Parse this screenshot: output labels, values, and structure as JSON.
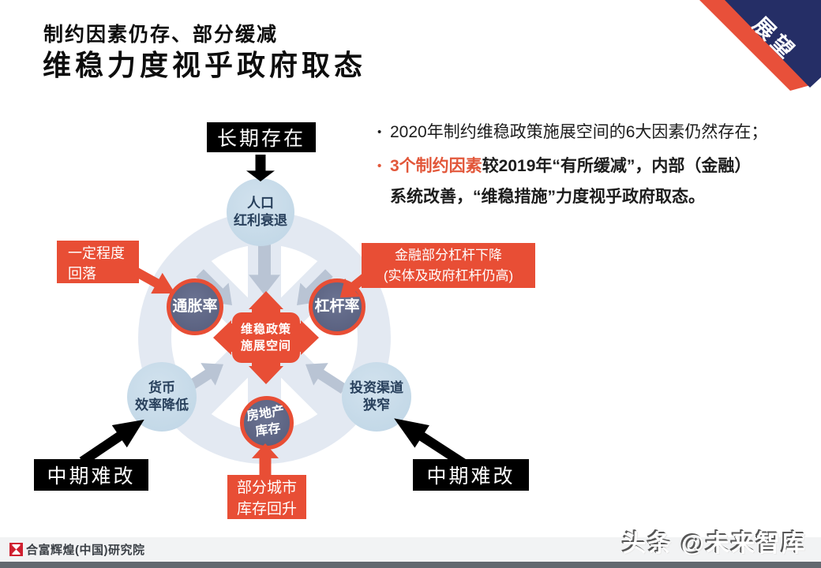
{
  "slide": {
    "title_sub": "制约因素仍存、部分缓减",
    "title_main": "维稳力度视乎政府取态",
    "corner_tab": "展望"
  },
  "bullets": {
    "marker": "•",
    "b1": "2020年制约维稳政策施展空间的6大因素仍然存在；",
    "b2_highlight": "3个制约因素",
    "b2_line1_rest": "较2019年“有所缓减”，内部（金融）",
    "b2_line2": "系统改善，“维稳措施”力度视乎政府取态。"
  },
  "diagram": {
    "center_line1": "维稳政策",
    "center_line2": "施展空间",
    "factors": [
      {
        "line1": "人口",
        "line2": "红利衰退"
      },
      {
        "line1": "通胀率",
        "line2": ""
      },
      {
        "line1": "杠杆率",
        "line2": ""
      },
      {
        "line1": "货币",
        "line2": "效率降低"
      },
      {
        "line1": "投资渠道",
        "line2": "狭窄"
      },
      {
        "line1": "房地产",
        "line2": "库存"
      }
    ],
    "black_labels": {
      "top": "长期存在",
      "bottom_left": "中期难改",
      "bottom_right": "中期难改"
    },
    "red_labels": {
      "left_line1": "一定程度",
      "left_line2": "回落",
      "right_line1": "金融部分杠杆下降",
      "right_line2": "(实体及政府杠杆仍高)",
      "bottom_line1": "部分城市",
      "bottom_line2": "库存回升"
    }
  },
  "footer": {
    "org": "合富辉煌(中国)研究院",
    "watermark": "头条 @未来智库"
  },
  "colors": {
    "accent_red": "#e84e35",
    "navy": "#252e66",
    "slate_circle": "#5d6484",
    "light_blue_circle": "#c7dbe9",
    "ring_gray": "#e3e9f2",
    "arrow_gray": "#b9c4d4",
    "label_black": "#000000"
  }
}
